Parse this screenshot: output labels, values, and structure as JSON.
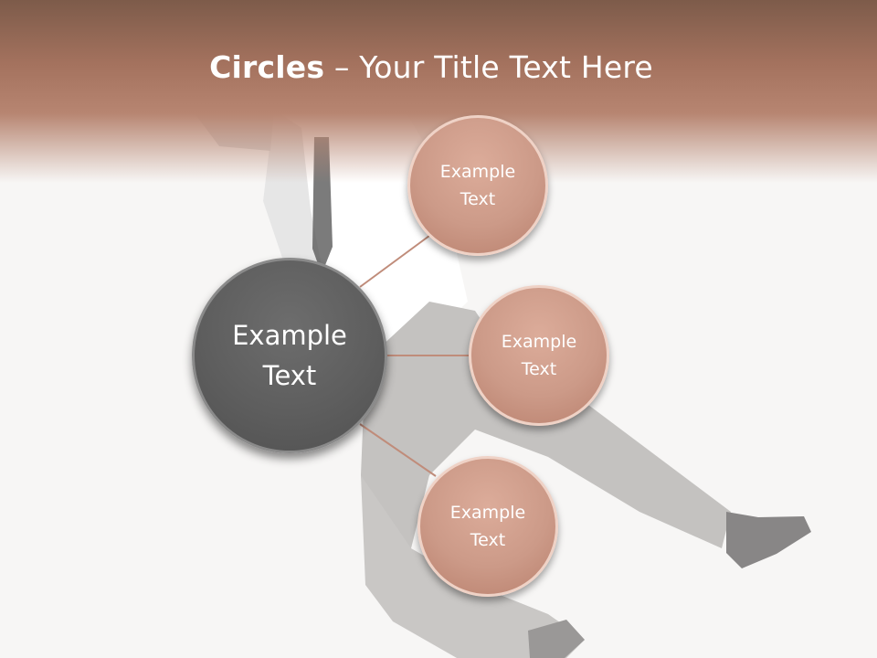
{
  "slide": {
    "title_bold": "Circles",
    "title_rest": " – Your Title Text Here",
    "main_circle": {
      "line1": "Example",
      "line2": "Text"
    },
    "satellites": [
      {
        "line1": "Example",
        "line2": "Text"
      },
      {
        "line1": "Example",
        "line2": "Text"
      },
      {
        "line1": "Example",
        "line2": "Text"
      }
    ]
  },
  "colors": {
    "header_dark": "#7d5b4a",
    "header_light": "#b78571",
    "main_circle": "#5e5e5e",
    "satellite_circle": "#cc9a88",
    "connector": "#c08c7a",
    "background": "#f7f6f5"
  }
}
